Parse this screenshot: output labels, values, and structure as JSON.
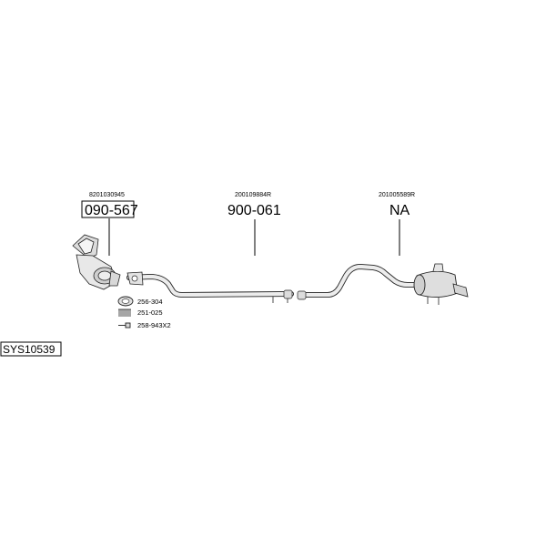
{
  "system_code": "SYS10539",
  "parts": [
    {
      "oem": "8201030945",
      "number": "090-567",
      "boxed": true
    },
    {
      "oem": "200109884R",
      "number": "900-061",
      "boxed": false
    },
    {
      "oem": "201005589R",
      "number": "NA",
      "boxed": false
    }
  ],
  "fittings": [
    {
      "code": "256-304",
      "icon": "gasket-ring-icon"
    },
    {
      "code": "251-025",
      "icon": "spring-icon"
    },
    {
      "code": "258-943X2",
      "icon": "bolt-icon"
    }
  ]
}
